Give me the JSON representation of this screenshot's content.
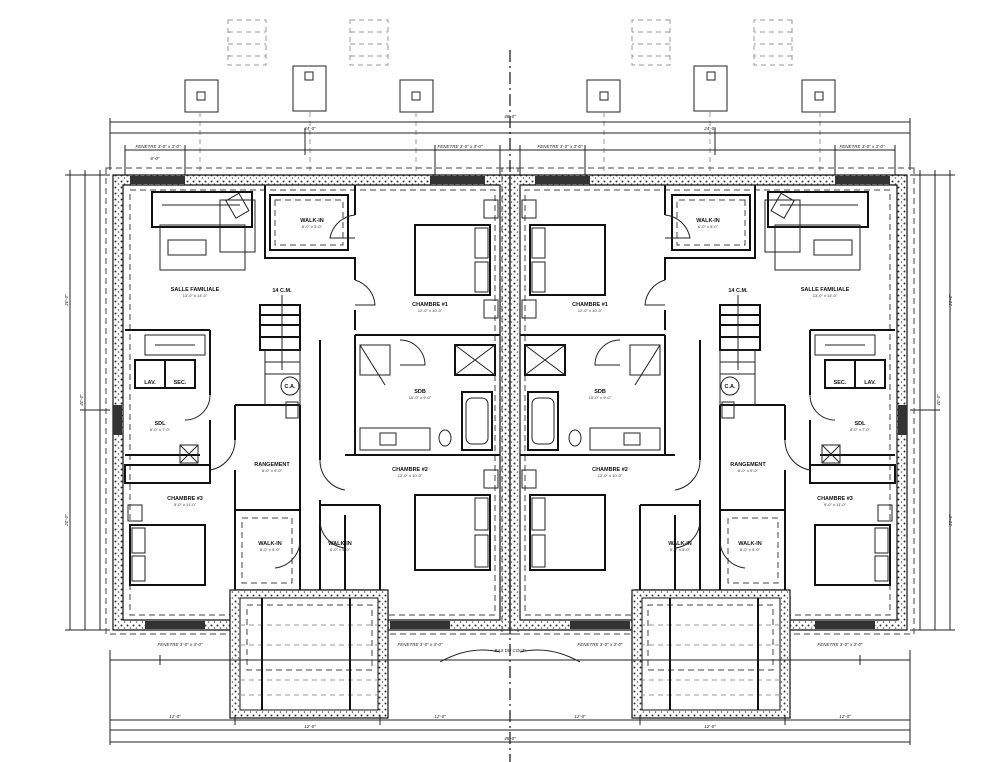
{
  "plan": {
    "rooms": {
      "salle_familiale": "SALLE FAMILIALE",
      "walk_in": "WALK-IN",
      "chambre1": "CHAMBRE #1",
      "chambre2": "CHAMBRE #2",
      "chambre3": "CHAMBRE #3",
      "sdb": "SDB",
      "sdl": "SDL",
      "rangement": "RANGEMENT",
      "lav": "LAV.",
      "sec": "SEC.",
      "ca": "C.A.",
      "stairs": "14 C.M."
    },
    "room_dims": {
      "salle_familiale": "13'-0\" x 14'-0\"",
      "walk_in": "6'-0\" x 5'-0\"",
      "chambre1": "12'-0\" x 10'-0\"",
      "chambre2": "12'-0\" x 10'-0\"",
      "chambre3": "9'-0\" x 11'-0\"",
      "sdb": "10'-0\" x 9'-0\"",
      "sdl": "6'-0\" x 7'-0\"",
      "rangement": "6'-0\" x 9'-0\""
    },
    "window_label": "FENETRE 3'-0\" x 3'-0\"",
    "center_note": "BAS DU COUP",
    "dims": {
      "unit_width": "24'-0\"",
      "total_width": "48'-0\"",
      "depth": "40'-0\"",
      "segment": "12'-0\"",
      "half_depth": "20'-0\"",
      "small": "6'-0\""
    }
  }
}
